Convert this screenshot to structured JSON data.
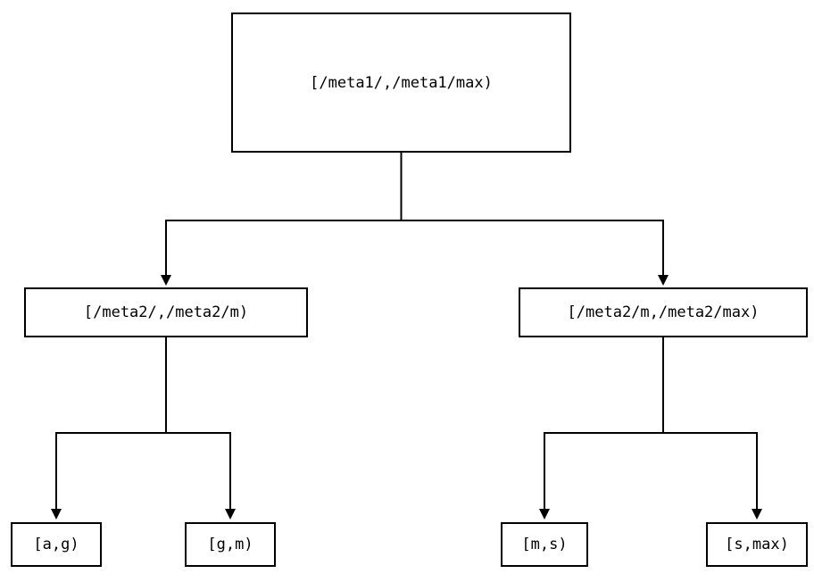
{
  "colors": {
    "line": "#000000",
    "background": "#ffffff"
  },
  "tree": {
    "root": {
      "label": "[/meta1/,/meta1/max)"
    },
    "level2": {
      "left": {
        "label": "[/meta2/,/meta2/m)"
      },
      "right": {
        "label": "[/meta2/m,/meta2/max)"
      }
    },
    "leaves": {
      "ag": {
        "label": "[a,g)"
      },
      "gm": {
        "label": "[g,m)"
      },
      "ms": {
        "label": "[m,s)"
      },
      "smax": {
        "label": "[s,max)"
      }
    }
  }
}
